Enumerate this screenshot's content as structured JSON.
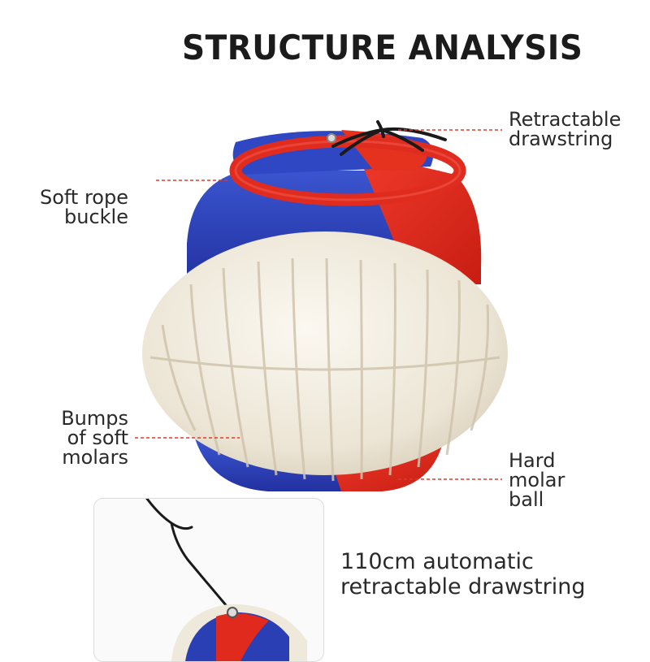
{
  "title": "STRUCTURE ANALYSIS",
  "labels": {
    "retractable_drawstring": [
      "Retractable",
      "drawstring"
    ],
    "soft_rope_buckle": [
      "Soft rope",
      "buckle"
    ],
    "bumps_soft_molars": [
      "Bumps",
      "of soft",
      "molars"
    ],
    "hard_molar_ball": [
      "Hard",
      "molar",
      "ball"
    ]
  },
  "caption": [
    "110cm automatic",
    "retractable drawstring"
  ],
  "colors": {
    "blue": "#2a3fb3",
    "red": "#e02a1e",
    "cream": "#efe9dc",
    "leader_line": "#e03b2e"
  }
}
